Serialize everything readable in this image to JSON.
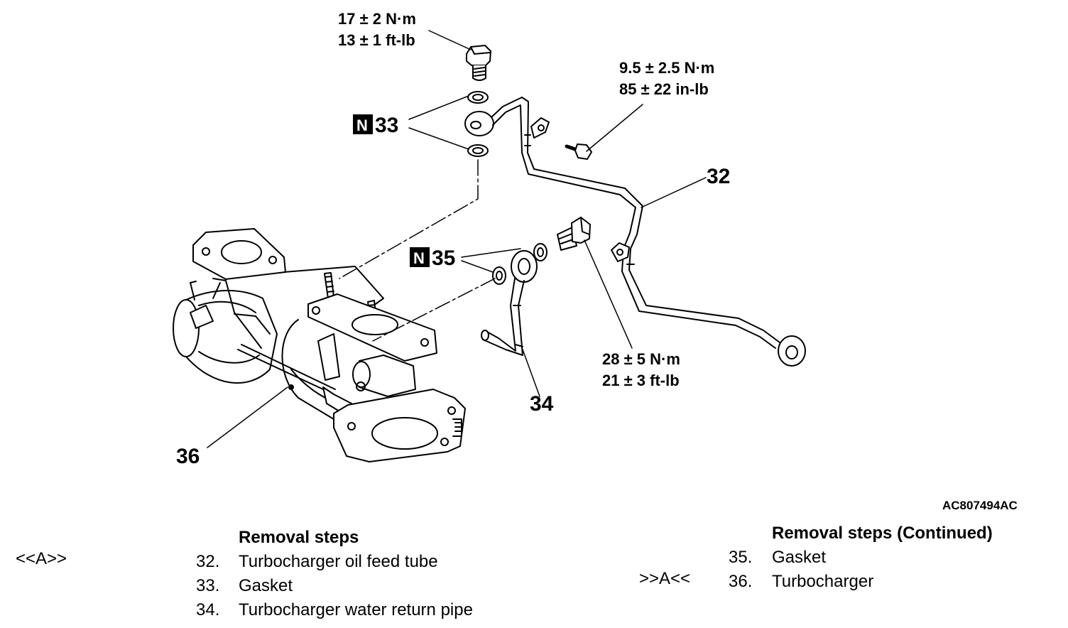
{
  "torque_specs": {
    "bolt_upper": [
      "17 ± 2 N·m",
      "13 ± 1 ft-lb"
    ],
    "bolt_bracket": [
      "9.5 ± 2.5 N·m",
      "85 ± 22 in-lb"
    ],
    "eye_bolt": [
      "28 ± 5 N·m",
      "21 ± 3 ft-lb"
    ]
  },
  "callouts": {
    "c32": "32",
    "c33": "33",
    "c34": "34",
    "c35": "35",
    "c36": "36",
    "n_mark": "N"
  },
  "figure_id": "AC807494AC",
  "removal_left": {
    "title": "Removal steps",
    "mark": "<<A>>",
    "steps": [
      {
        "num": "32.",
        "text": "Turbocharger oil feed tube"
      },
      {
        "num": "33.",
        "text": "Gasket"
      },
      {
        "num": "34.",
        "text": "Turbocharger water return pipe"
      }
    ]
  },
  "removal_right": {
    "title": "Removal steps (Continued)",
    "mark": ">>A<<",
    "steps": [
      {
        "num": "35.",
        "text": "Gasket"
      },
      {
        "num": "36.",
        "text": "Turbocharger"
      }
    ]
  }
}
